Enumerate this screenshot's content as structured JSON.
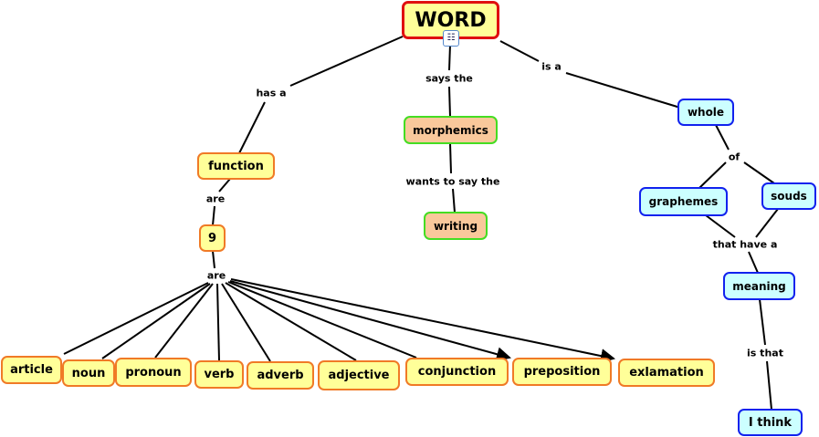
{
  "root": "WORD",
  "nodes": {
    "function": "function",
    "nine": "9",
    "morphemics": "morphemics",
    "writing": "writing",
    "whole": "whole",
    "graphemes": "graphemes",
    "souds": "souds",
    "meaning": "meaning",
    "ithink": "I think"
  },
  "parts": [
    "article",
    "noun",
    "pronoun",
    "verb",
    "adverb",
    "adjective",
    "conjunction",
    "preposition",
    "exlamation"
  ],
  "links": {
    "has_a": "has a",
    "says_the": "says the",
    "is_a": "is a",
    "are1": "are",
    "wants": "wants to say the",
    "of": "of",
    "that_have": "that have a",
    "is_that": "is that",
    "are2": "are"
  },
  "icons": {
    "root": "concept-map-icon"
  }
}
